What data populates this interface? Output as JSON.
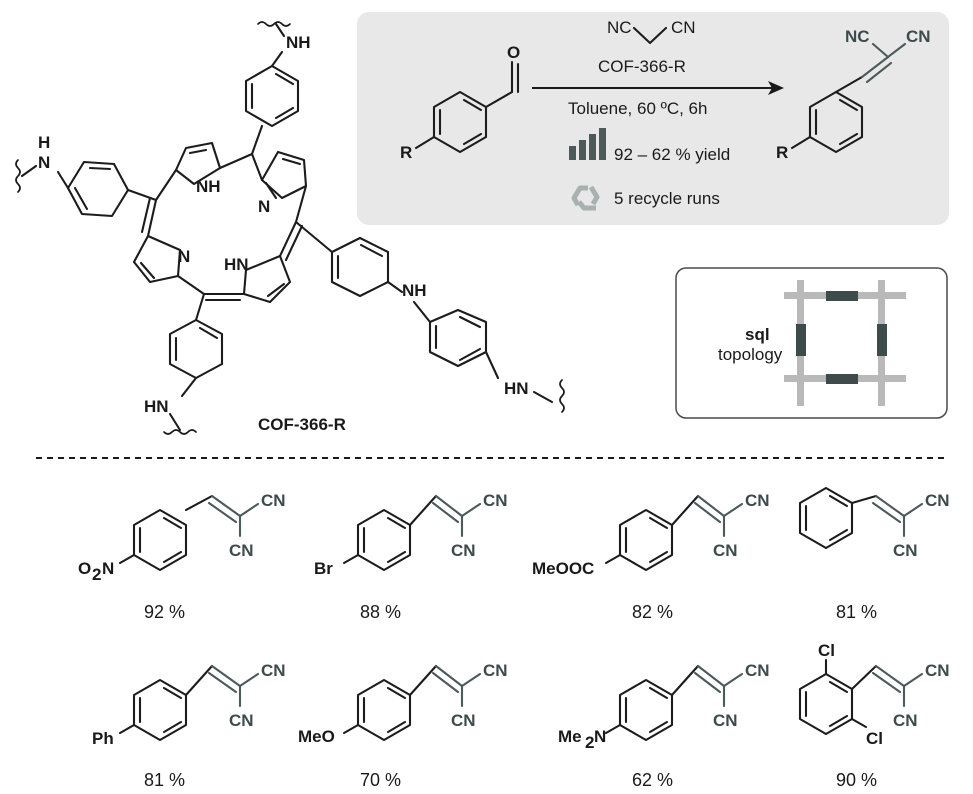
{
  "scheme": {
    "reagent": "NC CN",
    "reagent_left": "NC",
    "reagent_right": "CN",
    "catalyst": "COF-366-R",
    "conditions": "Toluene, 60 ºC, 6h",
    "yield_range": "92 – 62 % yield",
    "recycle": "5 recycle runs",
    "substituent": "R",
    "product_nc": "NC",
    "product_cn": "CN",
    "aldehyde_o": "O"
  },
  "cof": {
    "name": "COF-366-R",
    "nh_labels": {
      "top": "NH",
      "left": "H",
      "left_n": "N",
      "inner_nh": "NH",
      "inner_n1": "N",
      "inner_n2": "N",
      "inner_hn": "HN",
      "bottom": "HN",
      "right": "NH",
      "side": "HN"
    }
  },
  "topology": {
    "label_bold": "sql",
    "label": "topology"
  },
  "colors": {
    "accent": "#3d4b4b",
    "box": "#e8e8e8",
    "grid_light": "#b9b9b9",
    "grid_dark": "#3d4b4b"
  },
  "products": [
    {
      "substituent": "O2N",
      "yield": "92 %"
    },
    {
      "substituent": "Br",
      "yield": "88 %"
    },
    {
      "substituent": "MeOOC",
      "yield": "82 %"
    },
    {
      "substituent": "",
      "yield": "81 %"
    },
    {
      "substituent": "Ph",
      "yield": "81 %"
    },
    {
      "substituent": "MeO",
      "yield": "70 %"
    },
    {
      "substituent": "Me2N",
      "yield": "62 %"
    },
    {
      "substituent": "Cl / Cl",
      "yield": "90 %"
    }
  ],
  "labels": {
    "cn": "CN",
    "cl": "Cl",
    "me": "Me",
    "two": "2",
    "n": "N",
    "o": "O"
  }
}
